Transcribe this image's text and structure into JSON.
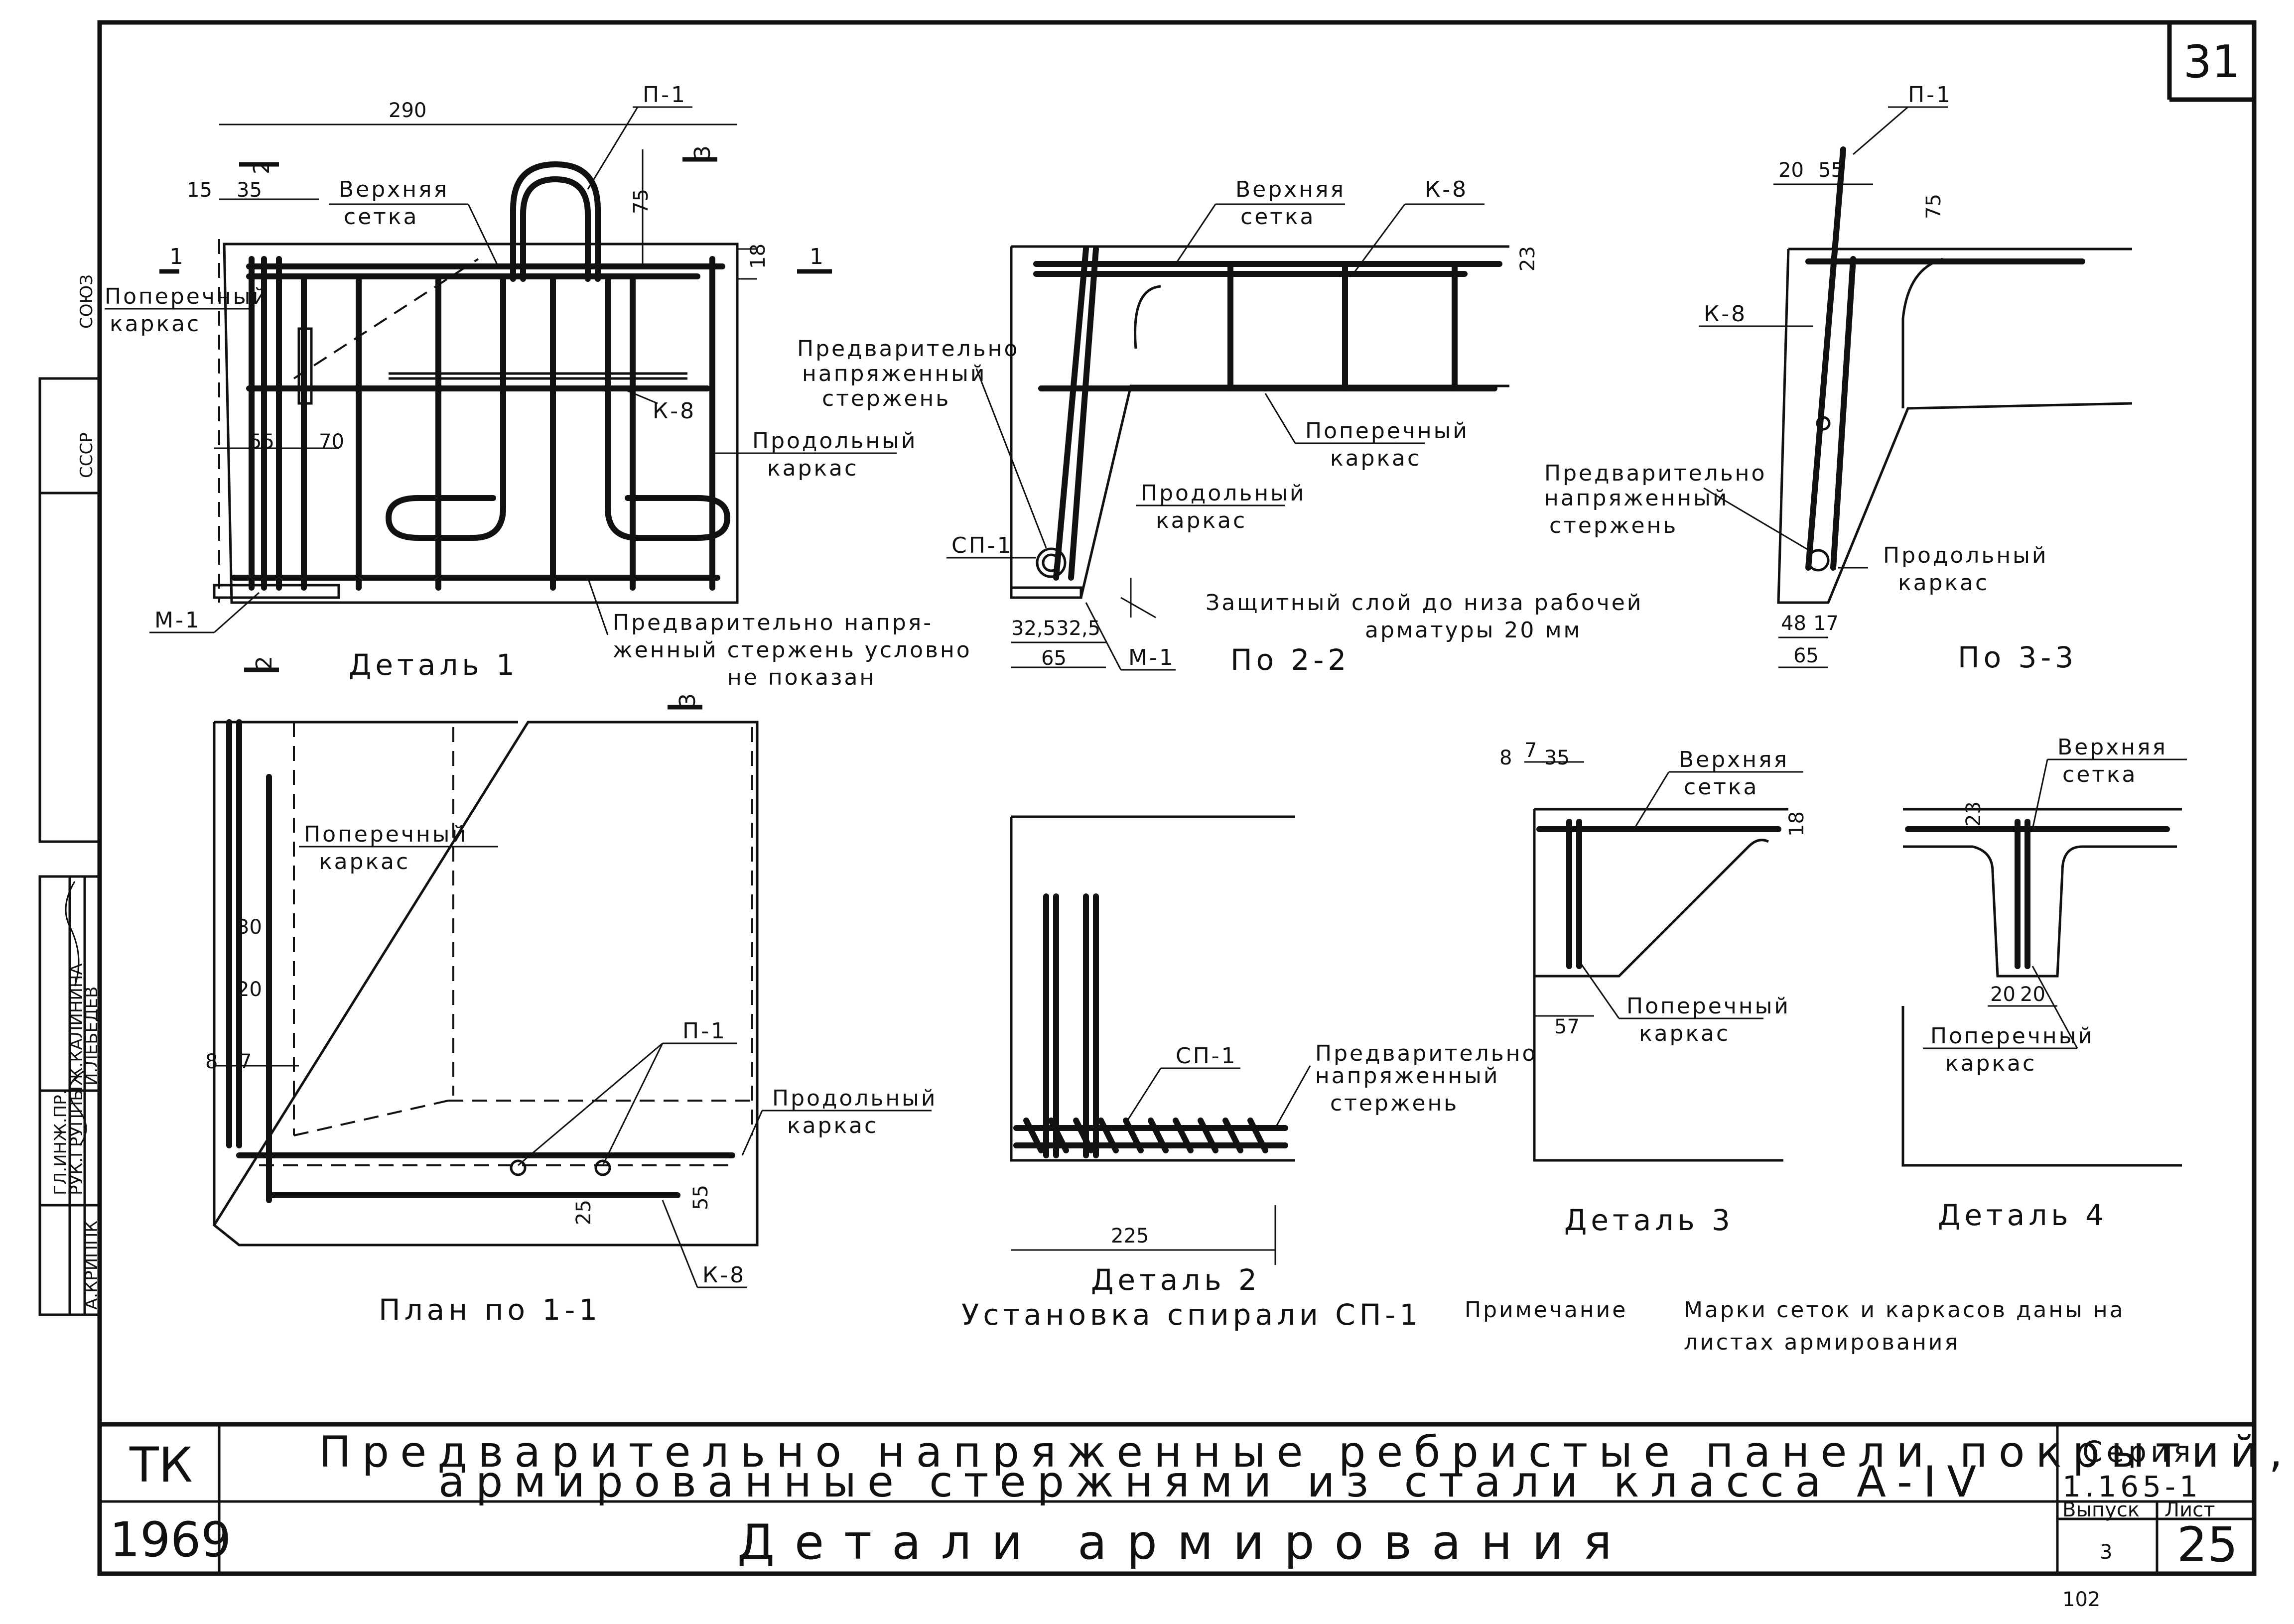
{
  "sheet_number": "31",
  "side_stamp": {
    "country": "СССР",
    "org": "СОЮЗ",
    "role1": "ГЛ.ИНЖ.ПР.",
    "role2": "РУК.ГРУППЫ",
    "role3": "",
    "name1": "А.КРИППК",
    "name2": "Ж.КАЛИНИНА",
    "name3": "И.ЛЕБЕДЕВ"
  },
  "detail1": {
    "caption": "Деталь 1",
    "dims": [
      "290",
      "15",
      "35",
      "75",
      "18",
      "55",
      "70"
    ],
    "labels": {
      "p1": "П-1",
      "top_mesh_1": "Верхняя",
      "top_mesh_2": "сетка",
      "cross_1": "Поперечный",
      "cross_2": "каркас",
      "k8": "К-8",
      "long_1": "Продольный",
      "long_2": "каркас",
      "m1": "М-1",
      "note_1": "Предварительно напря-",
      "note_2": "женный стержень условно",
      "note_3": "не показан"
    },
    "section_marks": [
      "1",
      "2",
      "3",
      "1",
      "2",
      "3"
    ]
  },
  "section22": {
    "caption": "По 2-2",
    "labels": {
      "top_mesh_1": "Верхняя",
      "top_mesh_2": "сетка",
      "k8": "К-8",
      "prestress_1": "Предварительно",
      "prestress_2": "напряженный",
      "prestress_3": "стержень",
      "cross_1": "Поперечный",
      "cross_2": "каркас",
      "long_1": "Продольный",
      "long_2": "каркас",
      "sp1": "СП-1",
      "m1": "М-1",
      "cover_1": "Защитный слой до низа рабочей",
      "cover_2": "арматуры 20 мм"
    },
    "dims": [
      "23",
      "32,5",
      "32,5",
      "65"
    ]
  },
  "section33": {
    "caption": "По 3-3",
    "labels": {
      "p1": "П-1",
      "k8": "К-8",
      "prestress_1": "Предварительно",
      "prestress_2": "напряженный",
      "prestress_3": "стержень",
      "long_1": "Продольный",
      "long_2": "каркас"
    },
    "dims": [
      "20",
      "55",
      "75",
      "48",
      "17",
      "65"
    ]
  },
  "plan11": {
    "caption": "План по 1-1",
    "labels": {
      "cross_1": "Поперечный",
      "cross_2": "каркас",
      "p1": "П-1",
      "long_1": "Продольный",
      "long_2": "каркас",
      "k8": "К-8"
    },
    "dims": [
      "30",
      "20",
      "8",
      "7",
      "25",
      "55"
    ]
  },
  "detail2": {
    "caption_1": "Деталь 2",
    "caption_2": "Установка спирали СП-1",
    "labels": {
      "sp1": "СП-1",
      "prestress_1": "Предварительно",
      "prestress_2": "напряженный",
      "prestress_3": "стержень"
    },
    "dims": [
      "225"
    ]
  },
  "detail3": {
    "caption": "Деталь 3",
    "labels": {
      "top_mesh_1": "Верхняя",
      "top_mesh_2": "сетка",
      "cross_1": "Поперечный",
      "cross_2": "каркас"
    },
    "dims": [
      "8",
      "7",
      "35",
      "18",
      "57"
    ]
  },
  "detail4": {
    "caption": "Деталь 4",
    "labels": {
      "top_mesh_1": "Верхняя",
      "top_mesh_2": "сетка",
      "cross_1": "Поперечный",
      "cross_2": "каркас"
    },
    "dims": [
      "23",
      "20",
      "20"
    ]
  },
  "note": {
    "label": "Примечание",
    "text_1": "Марки сеток и каркасов даны на",
    "text_2": "листах армирования"
  },
  "title_block": {
    "org": "ТК",
    "year": "1969",
    "title_1": "Предварительно напряженные ребристые панели покрытий,",
    "title_2": "армированные стержнями из стали класса А-IV",
    "subtitle": "Детали армирования",
    "series_label": "Серия",
    "series_value": "1.165-1",
    "issue_label": "Выпуск",
    "issue_value": "3",
    "sheet_label": "Лист",
    "sheet_value": "25"
  },
  "footer_number": "102"
}
